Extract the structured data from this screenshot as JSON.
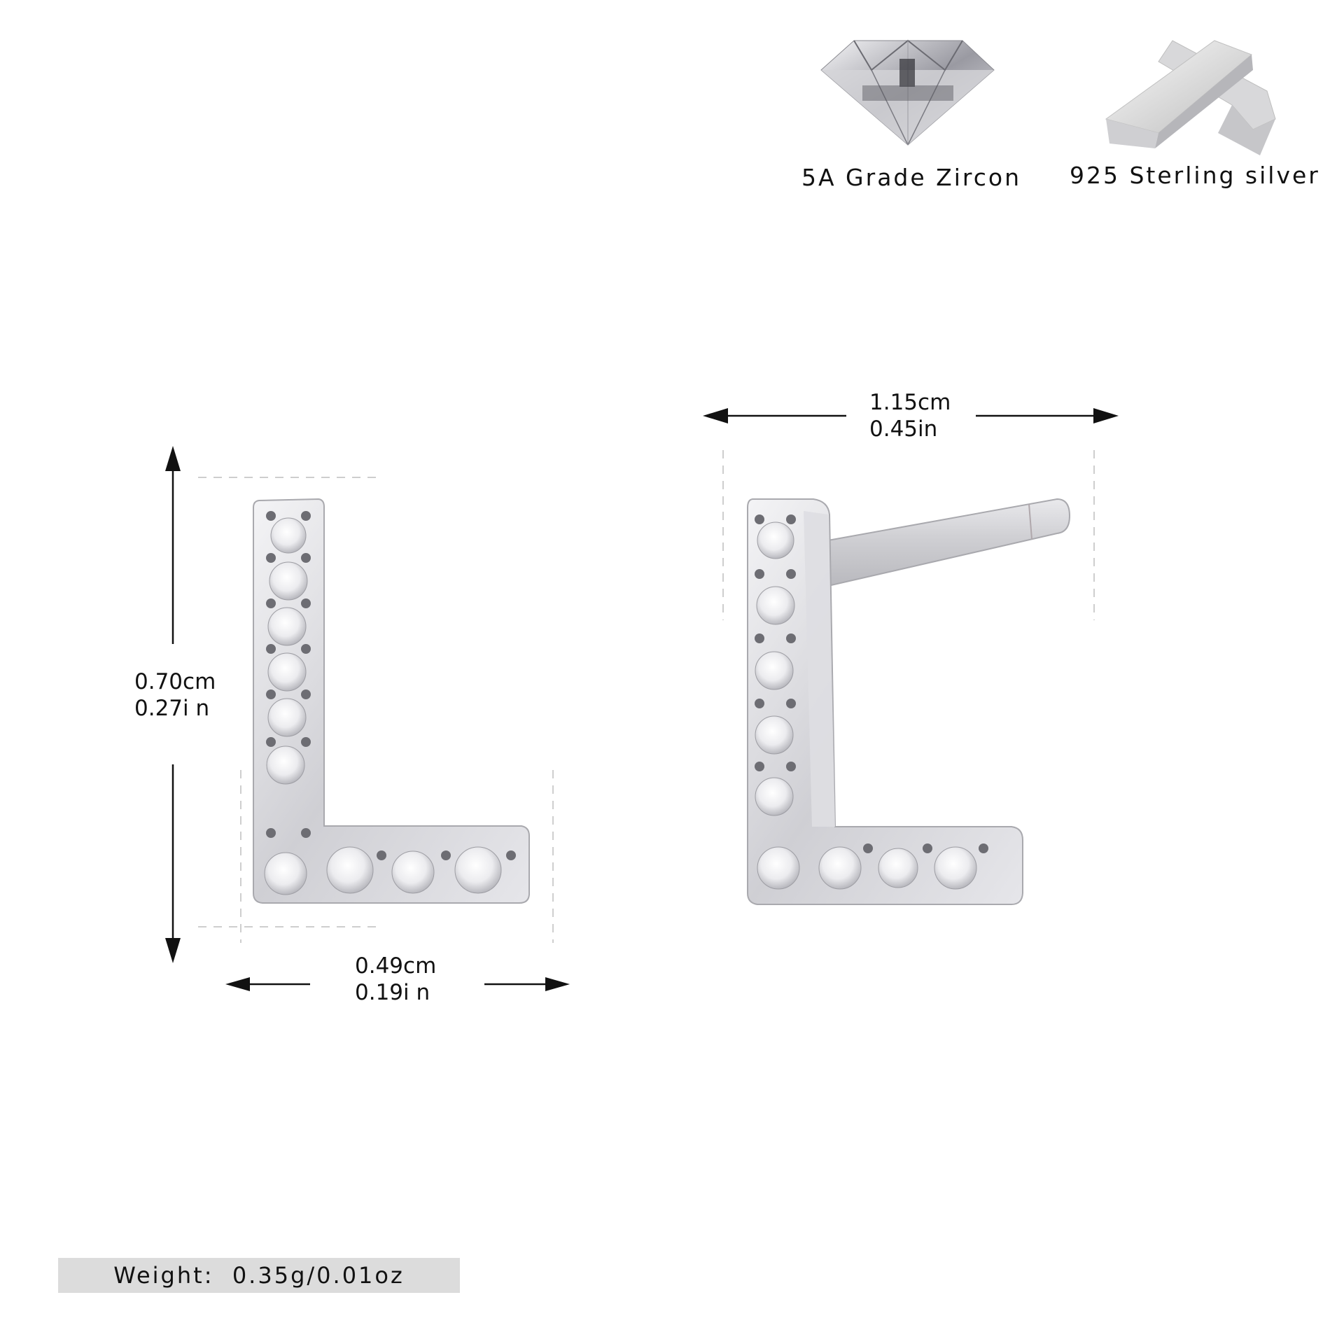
{
  "features": [
    {
      "label": "5A Grade Zircon",
      "icon": "zircon-gem-icon"
    },
    {
      "label": "925 Sterling silver",
      "icon": "silver-bars-icon"
    }
  ],
  "front_view": {
    "height": {
      "cm": "0.70cm",
      "in": "0.27i n"
    },
    "width": {
      "cm": "0.49cm",
      "in": "0.19i n"
    },
    "letter": "L"
  },
  "side_view": {
    "length": {
      "cm": "1.15cm",
      "in": "0.45in"
    }
  },
  "weight": {
    "label": "Weight:  0.35g/0.01oz"
  },
  "colors": {
    "background": "#ffffff",
    "weight_box": "#dcdcdc",
    "text": "#111111",
    "dash": "#bdbdbd",
    "silver": "#d9d9dc"
  }
}
